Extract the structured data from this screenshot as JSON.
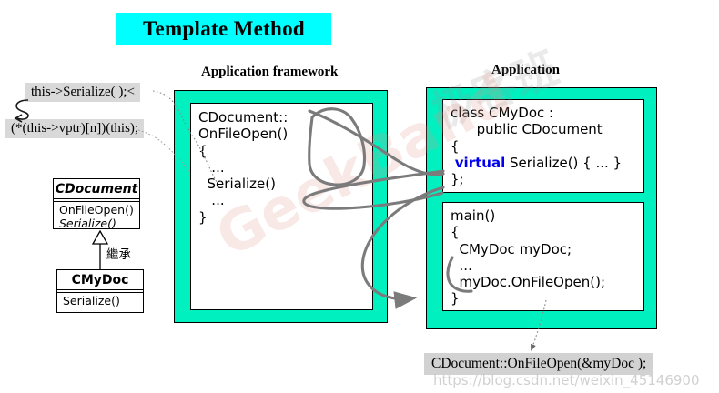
{
  "title": {
    "text": "Template Method",
    "bg_color": "#00ffff"
  },
  "headings": {
    "framework": "Application framework",
    "application": "Application"
  },
  "panels": {
    "accent_color": "#00f0c0",
    "framework": {
      "code": "CDocument::\nOnFileOpen()\n{\n   ...\n  Serialize()\n   ...\n}"
    },
    "application": {
      "class_code_line1": "class CMyDoc :",
      "class_code_line2": "      public CDocument",
      "class_code_line3": "{",
      "virtual_keyword": "virtual",
      "virtual_keyword_color": "#0000ee",
      "class_code_line4_rest": " Serialize() { ... }",
      "class_code_line5": "};",
      "main_code": "main()\n{\n  CMyDoc myDoc;\n  ...\n  myDoc.OnFileOpen();\n}"
    }
  },
  "annotations": {
    "call": "this->Serialize( );<",
    "vptr": "(*(this->vptr)[n])(this);",
    "bottom": "CDocument::OnFileOpen(&myDoc );"
  },
  "uml": {
    "base": {
      "name": "CDocument",
      "members": [
        "OnFileOpen()",
        "Serialize()"
      ]
    },
    "derived": {
      "name": "CMyDoc",
      "members": [
        "Serialize()"
      ]
    },
    "inherit_label": "繼承"
  },
  "watermarks": {
    "geekband": "GeekBand",
    "chinese": "极客班",
    "url": "https://blog.csdn.net/weixin_45146900"
  }
}
